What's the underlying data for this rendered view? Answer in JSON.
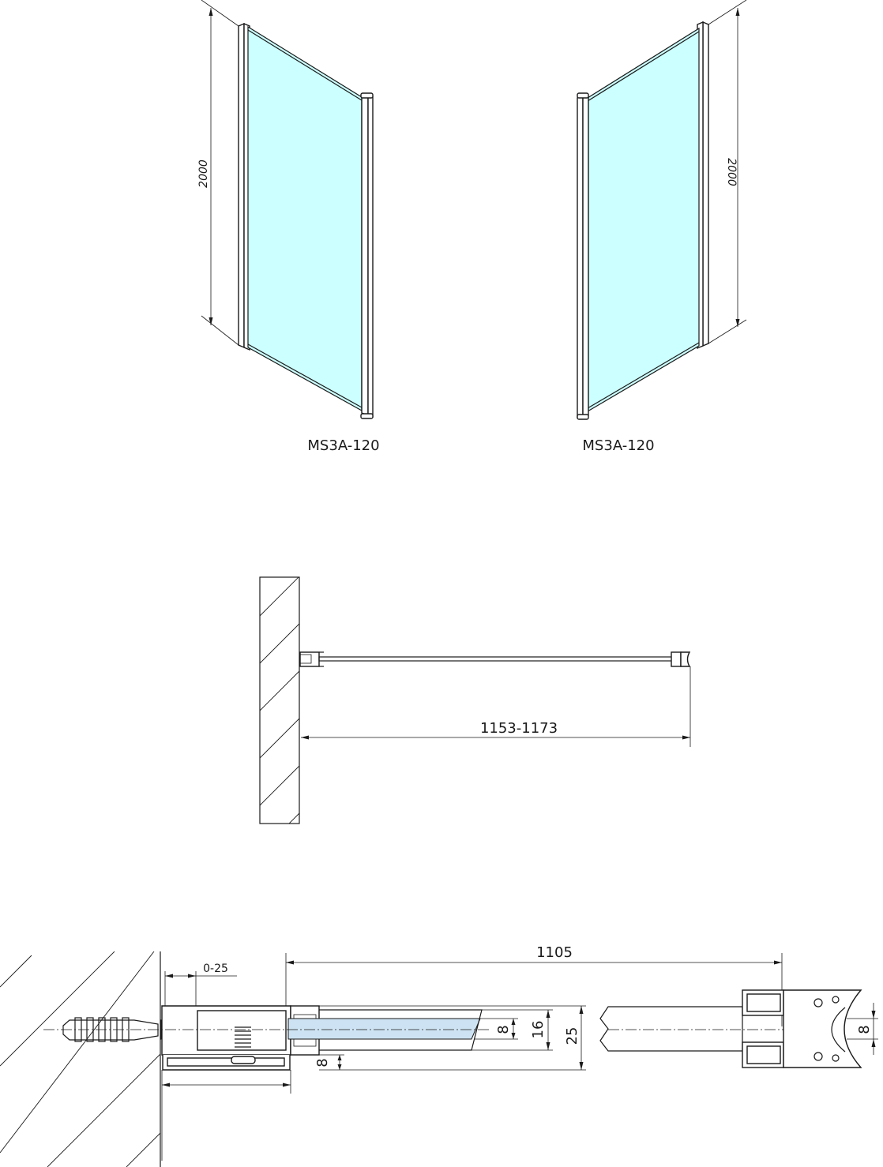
{
  "colors": {
    "line": "#1a1a1a",
    "glass_panel": "#ccffff",
    "glass_section": "#cde3f3",
    "background": "#ffffff"
  },
  "elevation": {
    "left_panel": {
      "height_dim": "2000",
      "model_label": "MS3A-120"
    },
    "right_panel": {
      "height_dim": "2000",
      "model_label": "MS3A-120"
    }
  },
  "plan": {
    "width_dim": "1153-1173"
  },
  "section": {
    "adjust_dim": "0-25",
    "length_dim": "1105",
    "glass_dim": "8",
    "profile_inner_dim": "16",
    "profile_outer_dim": "25",
    "bottom_offset_dim": "8",
    "end_glass_dim": "8"
  }
}
